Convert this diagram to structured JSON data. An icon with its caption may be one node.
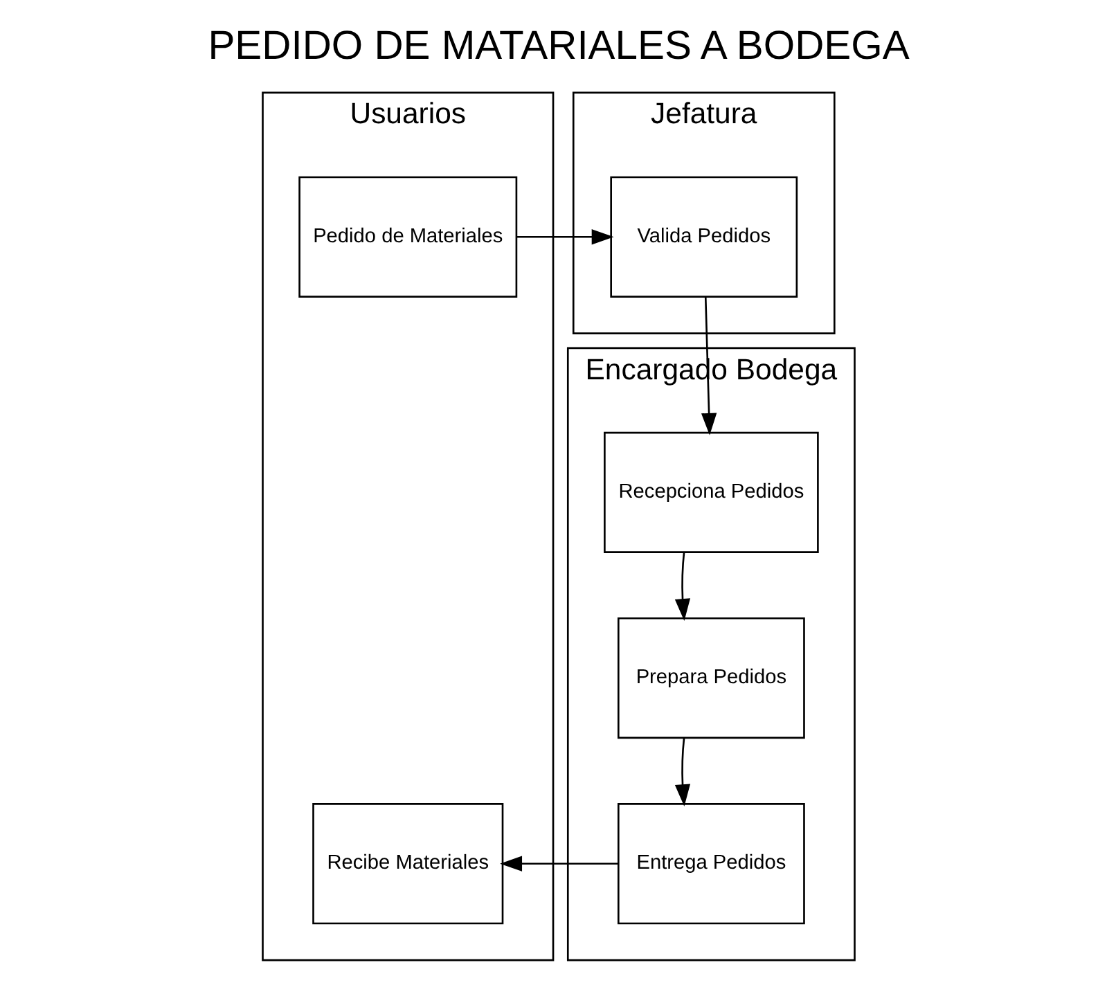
{
  "diagram": {
    "title": "PEDIDO DE MATARIALES A BODEGA",
    "nodes": [
      {
        "text": [
          "Usuarios"
        ]
      },
      {
        "text": [
          "Jefatura"
        ]
      },
      {
        "text": [
          "Encargado Bodega"
        ]
      },
      {
        "text": [
          "Pedido de Materiales"
        ],
        "in": 0
      },
      {
        "text": [
          "Valida Pedidos"
        ],
        "in": 1
      },
      {
        "text": [
          "Recepciona Pedidos"
        ],
        "in": 2
      },
      {
        "text": [
          "Prepara Pedidos"
        ],
        "in": 2
      },
      {
        "text": [
          "Entrega Pedidos"
        ],
        "in": 2
      },
      {
        "text": [
          "Recibe Materiales"
        ],
        "in": 0
      }
    ],
    "edges": [
      {
        "from": 3,
        "to": 4,
        "arrow": "to"
      },
      {
        "from": 4,
        "to": 5,
        "arrow": "to"
      },
      {
        "from": 5,
        "to": 6,
        "arrow": "to"
      },
      {
        "from": 6,
        "to": 7,
        "arrow": "to"
      },
      {
        "from": 7,
        "to": 8,
        "arrow": "to"
      }
    ]
  }
}
